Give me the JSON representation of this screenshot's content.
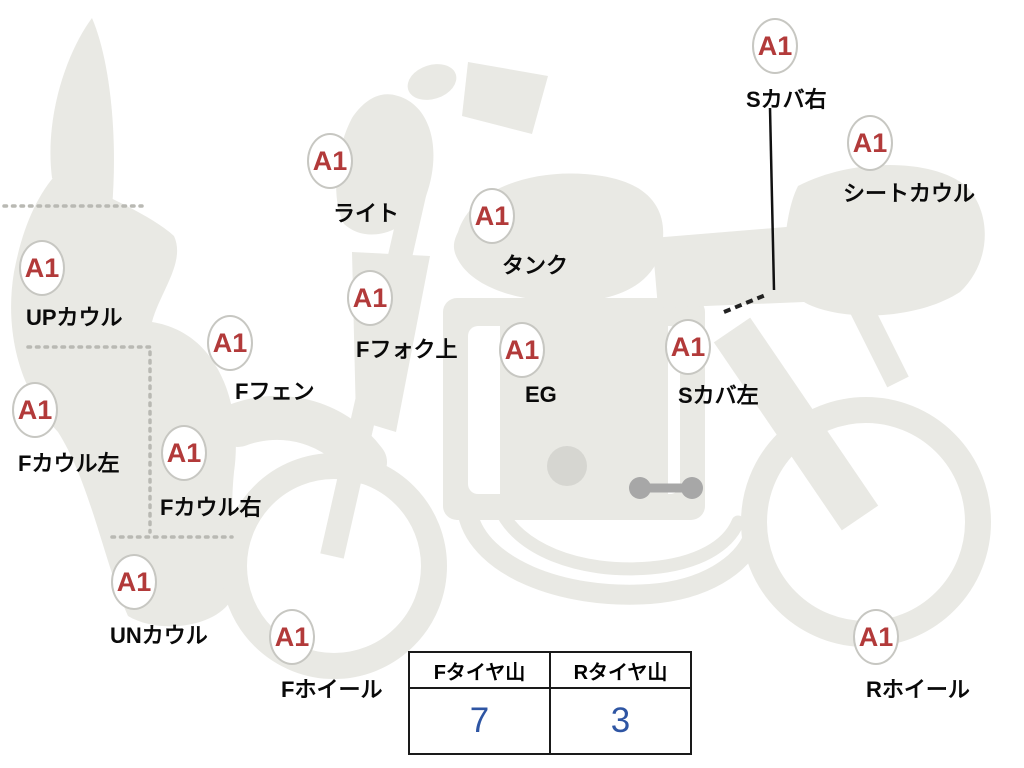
{
  "colors": {
    "grade-red": "#b23a3a",
    "value-blue": "#2e55a3",
    "bike-gray": "#e9e9e4"
  },
  "parts": [
    {
      "grade": "A1",
      "label": "Sカバ右"
    },
    {
      "grade": "A1",
      "label": "シートカウル"
    },
    {
      "grade": "A1",
      "label": "ライト"
    },
    {
      "grade": "A1",
      "label": "タンク"
    },
    {
      "grade": "A1",
      "label": "UPカウル"
    },
    {
      "grade": "A1",
      "label": "Fフォク上"
    },
    {
      "grade": "A1",
      "label": "Fフェン"
    },
    {
      "grade": "A1",
      "label": "EG"
    },
    {
      "grade": "A1",
      "label": "Sカバ左"
    },
    {
      "grade": "A1",
      "label": "Fカウル左"
    },
    {
      "grade": "A1",
      "label": "Fカウル右"
    },
    {
      "grade": "A1",
      "label": "UNカウル"
    },
    {
      "grade": "A1",
      "label": "Fホイール"
    },
    {
      "grade": "A1",
      "label": "Rホイール"
    }
  ],
  "tire_table": {
    "front_header": "Fタイヤ山",
    "rear_header": "Rタイヤ山",
    "front_value": "7",
    "rear_value": "3"
  }
}
